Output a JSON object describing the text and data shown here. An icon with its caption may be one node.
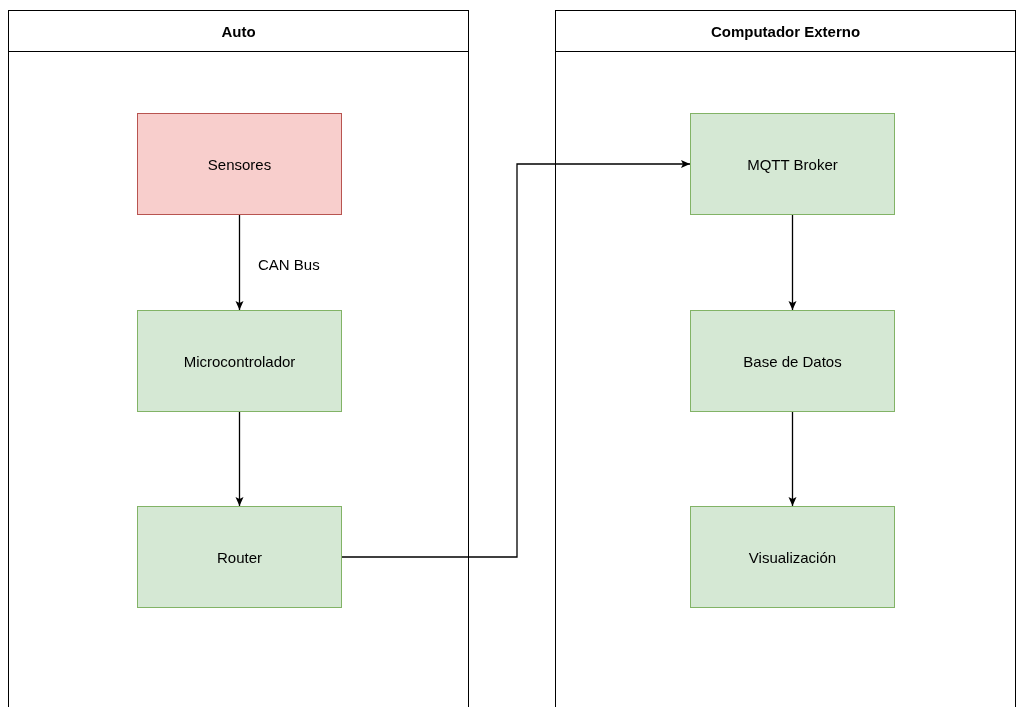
{
  "diagram": {
    "nodes": [
      {
        "text": [
          "Auto"
        ]
      },
      {
        "text": [
          "Sensores"
        ],
        "in": 0
      },
      {
        "text": [
          "Microcontrolador"
        ],
        "in": 0
      },
      {
        "text": [
          "Router"
        ],
        "in": 0
      },
      {
        "text": [
          "Computador Externo"
        ]
      },
      {
        "text": [
          "MQTT Broker"
        ],
        "in": 4
      },
      {
        "text": [
          "Base de Datos"
        ],
        "in": 4
      },
      {
        "text": [
          "Visualización"
        ],
        "in": 4
      }
    ],
    "edges": [
      {
        "from": 1,
        "to": 2,
        "arrow": "to",
        "label": "CAN Bus"
      },
      {
        "from": 2,
        "to": 3,
        "arrow": "to"
      },
      {
        "from": 3,
        "to": 5,
        "arrow": "to"
      },
      {
        "from": 5,
        "to": 6,
        "arrow": "to"
      },
      {
        "from": 6,
        "to": 7,
        "arrow": "to"
      }
    ]
  }
}
